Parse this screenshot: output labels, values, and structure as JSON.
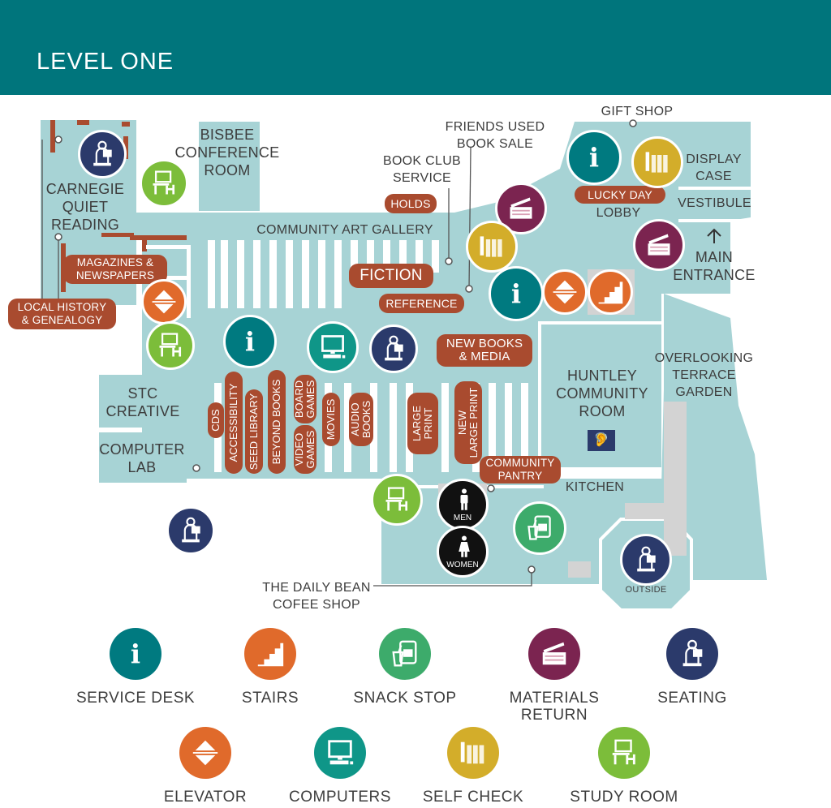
{
  "header": {
    "title": "LEVEL ONE",
    "color": "#00757c"
  },
  "colors": {
    "floor": "#a7d3d5",
    "walls": "#ffffff",
    "accent_brown": "#a94b2f",
    "service_desk": "#007a80",
    "stairs": "#e06a2b",
    "snack_stop": "#3dab6b",
    "materials_return": "#7b2450",
    "seating": "#2b3a6b",
    "elevator": "#e06a2b",
    "computers": "#0f9688",
    "self_check": "#d3ad2a",
    "study_room": "#7cbd3a"
  },
  "rooms": {
    "carnegie": "CARNEGIE\nQUIET\nREADING",
    "bisbee": "BISBEE\nCONFERENCE\nROOM",
    "gift_shop": "GIFT SHOP",
    "friends_sale": "FRIENDS USED\nBOOK SALE",
    "book_club": "BOOK CLUB\nSERVICE",
    "display_case": "DISPLAY\nCASE",
    "vestibule": "VESTIBULE",
    "lobby": "LOBBY",
    "main_entrance": "MAIN\nENTRANCE",
    "art_gallery": "COMMUNITY ART GALLERY",
    "stc": "STC\nCREATIVE",
    "computer_lab": "COMPUTER\nLAB",
    "huntley": "HUNTLEY\nCOMMUNITY\nROOM",
    "terrace": "OVERLOOKING\nTERRACE\nGARDEN",
    "kitchen": "KITCHEN",
    "daily_bean": "THE DAILY BEAN\nCOFEE SHOP",
    "outside": "OUTSIDE"
  },
  "pills": {
    "holds": "HOLDS",
    "lucky_day": "LUCKY DAY",
    "magazines": "MAGAZINES &\nNEWSPAPERS",
    "local_history": "LOCAL HISTORY\n& GENEALOGY",
    "fiction": "FICTION",
    "reference": "REFERENCE",
    "new_books": "NEW BOOKS\n& MEDIA",
    "community_pantry": "COMMUNITY\nPANTRY"
  },
  "shelves": {
    "cds": "CDS",
    "accessibility": "ACCESSIBILITY",
    "seed_library": "SEED LIBRARY",
    "beyond_books": "BEYOND BOOKS",
    "board_games": "BOARD\nGAMES",
    "video_games": "VIDEO\nGAMES",
    "movies": "MOVIES",
    "audio_books": "AUDIO\nBOOKS",
    "large_print": "LARGE\nPRINT",
    "new_large_print": "NEW\nLARGE PRINT"
  },
  "restrooms": {
    "men": "MEN",
    "women": "WOMEN"
  },
  "legend": [
    {
      "label": "SERVICE DESK",
      "icon": "info-icon"
    },
    {
      "label": "STAIRS",
      "icon": "stairs-icon"
    },
    {
      "label": "SNACK STOP",
      "icon": "snack-icon"
    },
    {
      "label": "MATERIALS\nRETURN",
      "icon": "book-return-icon"
    },
    {
      "label": "SEATING",
      "icon": "reader-icon"
    },
    {
      "label": "ELEVATOR",
      "icon": "elevator-icon"
    },
    {
      "label": "COMPUTERS",
      "icon": "computer-icon"
    },
    {
      "label": "SELF CHECK",
      "icon": "self-check-icon"
    },
    {
      "label": "STUDY ROOM",
      "icon": "study-desk-icon"
    }
  ]
}
